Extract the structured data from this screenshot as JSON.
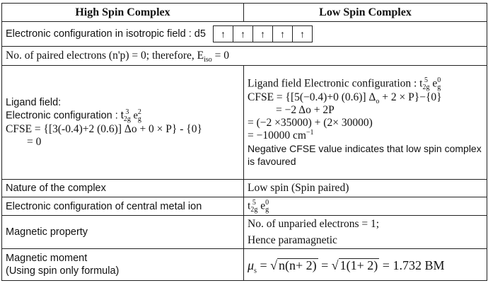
{
  "header": {
    "high": "High Spin Complex",
    "low": "Low Spin Complex"
  },
  "isotropic": {
    "config_label": "Electronic configuration in isotropic field : d5",
    "arrows": [
      "↑",
      "↑",
      "↑",
      "↑",
      "↑"
    ],
    "paired_text": "No. of paired electrons (n'p) = 0; therefore, E",
    "paired_sub": "iso",
    "paired_end": " = 0"
  },
  "ligand_high": {
    "heading": "Ligand field:",
    "config_label": "Electronic configuration : t",
    "cfse_line": "CFSE = {[3(-0.4)+2 (0.6)] Δo + 0 × P} - {0}",
    "result": "= 0"
  },
  "ligand_low": {
    "config_label": "Ligand field Electronic configuration : t",
    "cfse_start": "CFSE = {[5(−0.4)+0 (0.6)] Δ",
    "cfse_end": " + 2 × P}−{0}",
    "line2": "= −2 Δo + 2P",
    "line3": "= (−2 ×35000) + (2× 30000)",
    "line4": "= −10000 cm",
    "line4_sup": "−1",
    "line5": "Negative CFSE value indicates that low spin complex is favoured"
  },
  "rows": {
    "nature_label": "Nature of the complex",
    "nature_value": "Low spin (Spin paired)",
    "central_label": "Electronic configuration of central metal ion",
    "magnetic_label": "Magnetic property",
    "magnetic_line1": "No. of unparied electrons = 1;",
    "magnetic_line2": "Hence paramagnetic",
    "moment_label1": "Magnetic moment",
    "moment_label2": "(Using spin only formula)",
    "moment_sqrt1": "n(n+ 2)",
    "moment_sqrt2": "1(1+ 2)",
    "moment_result": "= 1.732 BM"
  }
}
